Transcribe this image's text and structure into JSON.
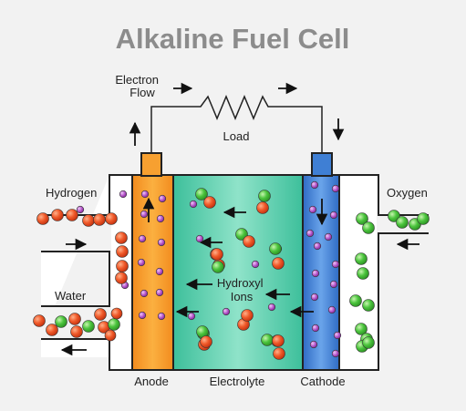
{
  "title": "Alkaline Fuel Cell",
  "labels": {
    "electron_flow_line1": "Electron",
    "electron_flow_line2": "Flow",
    "load": "Load",
    "hydrogen": "Hydrogen",
    "oxygen": "Oxygen",
    "water": "Water",
    "hydroxyl_line1": "Hydroxyl",
    "hydroxyl_line2": "Ions",
    "anode": "Anode",
    "electrolyte": "Electrolyte",
    "cathode": "Cathode"
  },
  "colors": {
    "background": "#f2f2f2",
    "title": "#8c8c8c",
    "anode": "#f7a030",
    "electrolyte": "#4cc9a8",
    "cathode": "#3f7fd4",
    "hydrogen_atom": "#e8401c",
    "oxygen_atom": "#3fbf3a",
    "electron": "#b34fc4"
  },
  "icons": [
    "arrow-icon",
    "resistor-icon",
    "hydrogen-molecule-icon",
    "oxygen-molecule-icon",
    "water-molecule-icon",
    "hydroxyl-ion-icon",
    "electron-icon"
  ]
}
